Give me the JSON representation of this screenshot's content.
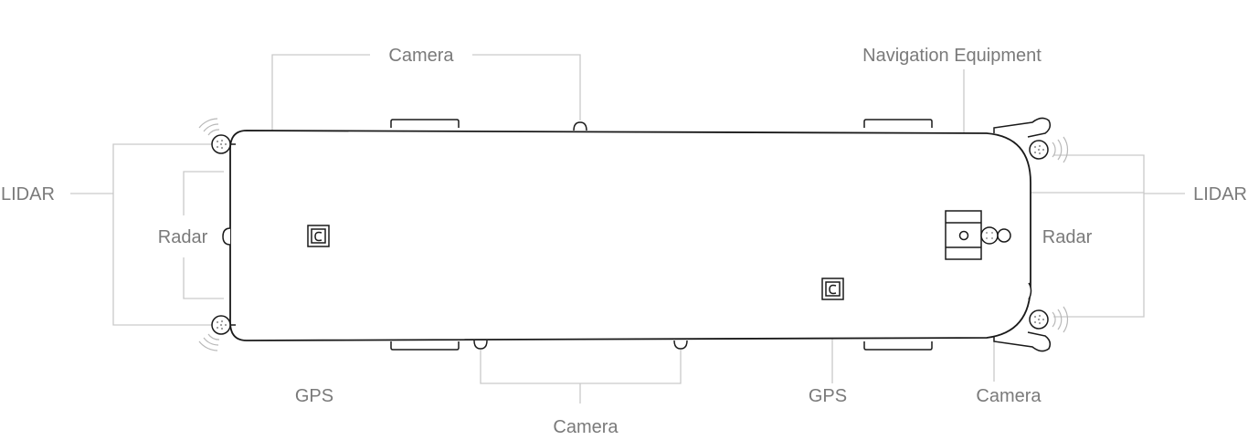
{
  "labels": {
    "camera_top": "Camera",
    "navigation_equipment": "Navigation Equipment",
    "lidar_left": "LIDAR",
    "lidar_right": "LIDAR",
    "radar_left": "Radar",
    "radar_right": "Radar",
    "gps_left": "GPS",
    "gps_right": "GPS",
    "camera_bottom": "Camera",
    "camera_right": "Camera"
  }
}
